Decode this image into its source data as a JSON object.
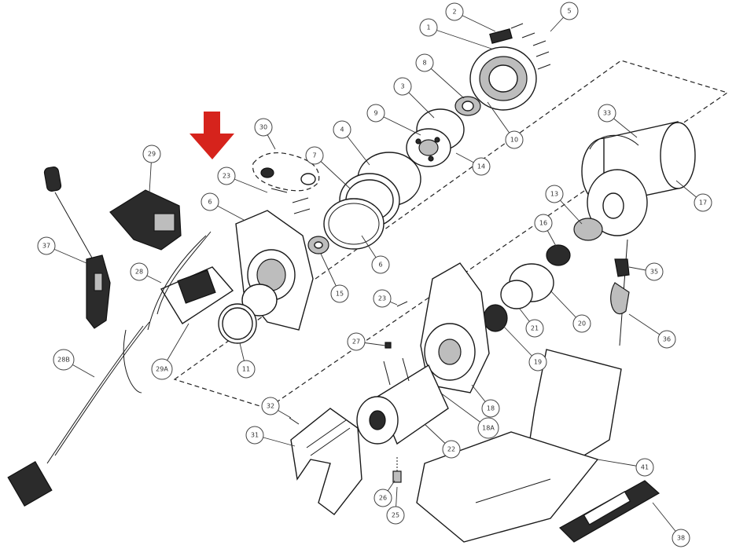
{
  "callouts": [
    {
      "id": "c1",
      "label": "1"
    },
    {
      "id": "c2",
      "label": "2"
    },
    {
      "id": "c5",
      "label": "5"
    },
    {
      "id": "c8",
      "label": "8"
    },
    {
      "id": "c3",
      "label": "3"
    },
    {
      "id": "c9",
      "label": "9"
    },
    {
      "id": "c10",
      "label": "10"
    },
    {
      "id": "c14",
      "label": "14"
    },
    {
      "id": "c4",
      "label": "4"
    },
    {
      "id": "c7",
      "label": "7"
    },
    {
      "id": "c6b",
      "label": "6"
    },
    {
      "id": "c30",
      "label": "30"
    },
    {
      "id": "c23a",
      "label": "23"
    },
    {
      "id": "c29",
      "label": "29"
    },
    {
      "id": "c6",
      "label": "6"
    },
    {
      "id": "c15",
      "label": "15"
    },
    {
      "id": "c37",
      "label": "37"
    },
    {
      "id": "c28",
      "label": "28"
    },
    {
      "id": "c29a",
      "label": "29A"
    },
    {
      "id": "c11",
      "label": "11"
    },
    {
      "id": "c28b",
      "label": "28B"
    },
    {
      "id": "c33",
      "label": "33"
    },
    {
      "id": "c17",
      "label": "17"
    },
    {
      "id": "c13",
      "label": "13"
    },
    {
      "id": "c16",
      "label": "16"
    },
    {
      "id": "c35",
      "label": "35"
    },
    {
      "id": "c36",
      "label": "36"
    },
    {
      "id": "c23b",
      "label": "23"
    },
    {
      "id": "c20",
      "label": "20"
    },
    {
      "id": "c21",
      "label": "21"
    },
    {
      "id": "c19",
      "label": "19"
    },
    {
      "id": "c27",
      "label": "27"
    },
    {
      "id": "c18",
      "label": "18"
    },
    {
      "id": "c18a",
      "label": "18A"
    },
    {
      "id": "c32",
      "label": "32"
    },
    {
      "id": "c31",
      "label": "31"
    },
    {
      "id": "c22",
      "label": "22"
    },
    {
      "id": "c26",
      "label": "26"
    },
    {
      "id": "c25",
      "label": "25"
    },
    {
      "id": "c41",
      "label": "41"
    },
    {
      "id": "c38",
      "label": "38"
    }
  ],
  "colors": {
    "highlight_arrow": "#d6231c",
    "line": "#1a1a1a",
    "background": "#ffffff"
  },
  "icons": {
    "highlight": "down-arrow-icon"
  }
}
